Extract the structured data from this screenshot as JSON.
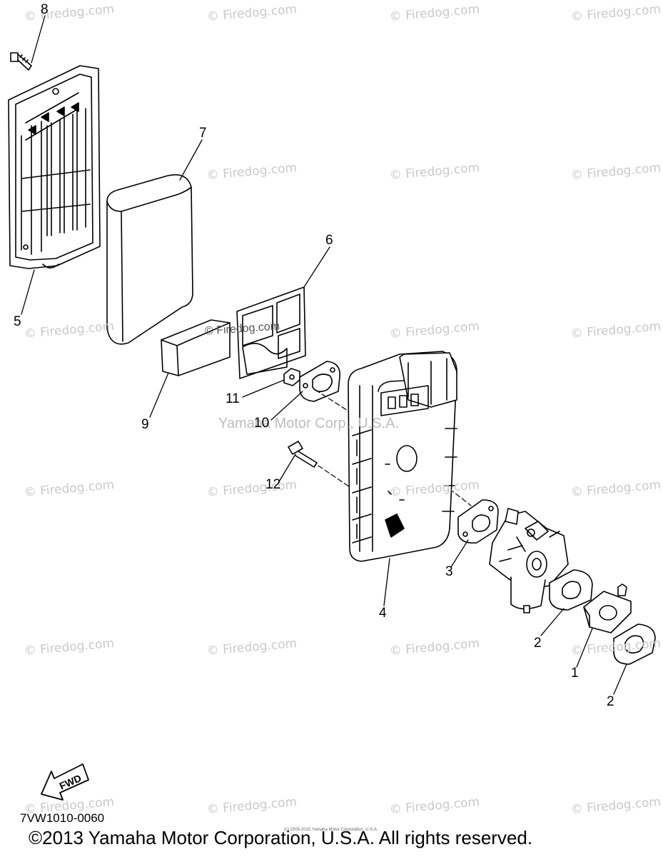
{
  "watermark_text": "© Firedog.com",
  "callouts": [
    "8",
    "7",
    "6",
    "5",
    "9",
    "11",
    "10",
    "12",
    "3",
    "4",
    "2",
    "1",
    "2"
  ],
  "filter_element_mark": "© Firedog.com",
  "overlay_text": "Yamaha Motor Corp., U.S.A.",
  "fwd_label": "FWD",
  "diagram_code": "7VW1010-0060",
  "tiny_notice": "(c) 2005-2015 Yamaha Motor Corporation, U.S.A.",
  "copyright": "©2013 Yamaha Motor Corporation, U.S.A. All rights reserved."
}
